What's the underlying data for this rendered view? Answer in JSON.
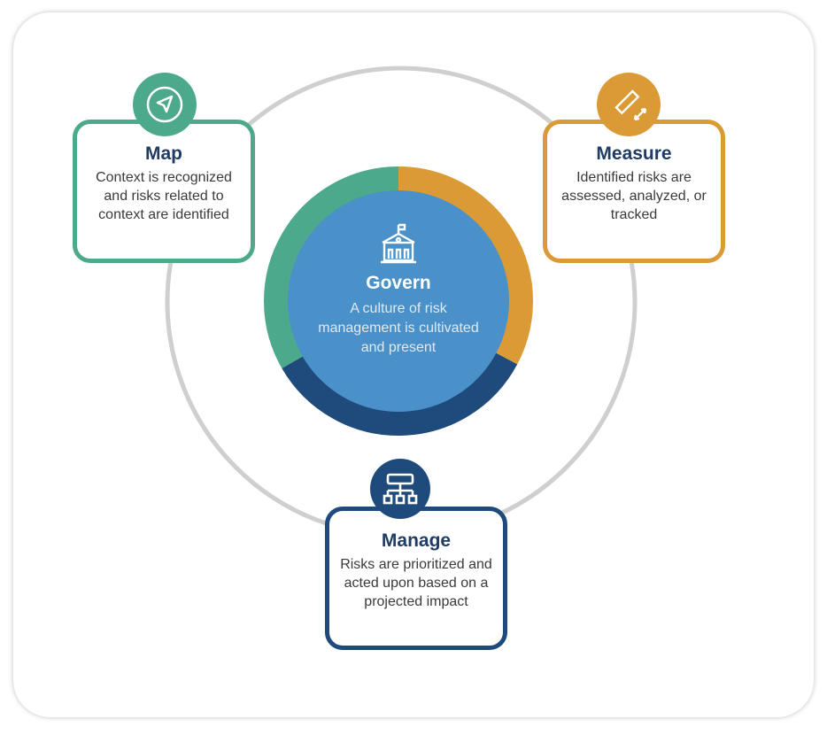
{
  "colors": {
    "map": "#4da98b",
    "measure": "#da9b36",
    "manage": "#1f4a7c",
    "govern": "#4a90c9",
    "ring": "#cfcfcf"
  },
  "govern": {
    "title": "Govern",
    "description": "A culture of risk management is cultivated and present",
    "icon": "building-flag-icon"
  },
  "map": {
    "title": "Map",
    "description": "Context is recognized and risks related to context are identified",
    "icon": "navigation-arrow-icon"
  },
  "measure": {
    "title": "Measure",
    "description": "Identified risks are assessed, analyzed, or tracked",
    "icon": "ruler-icon"
  },
  "manage": {
    "title": "Manage",
    "description": "Risks are prioritized and acted upon based on a projected impact",
    "icon": "hierarchy-icon"
  }
}
